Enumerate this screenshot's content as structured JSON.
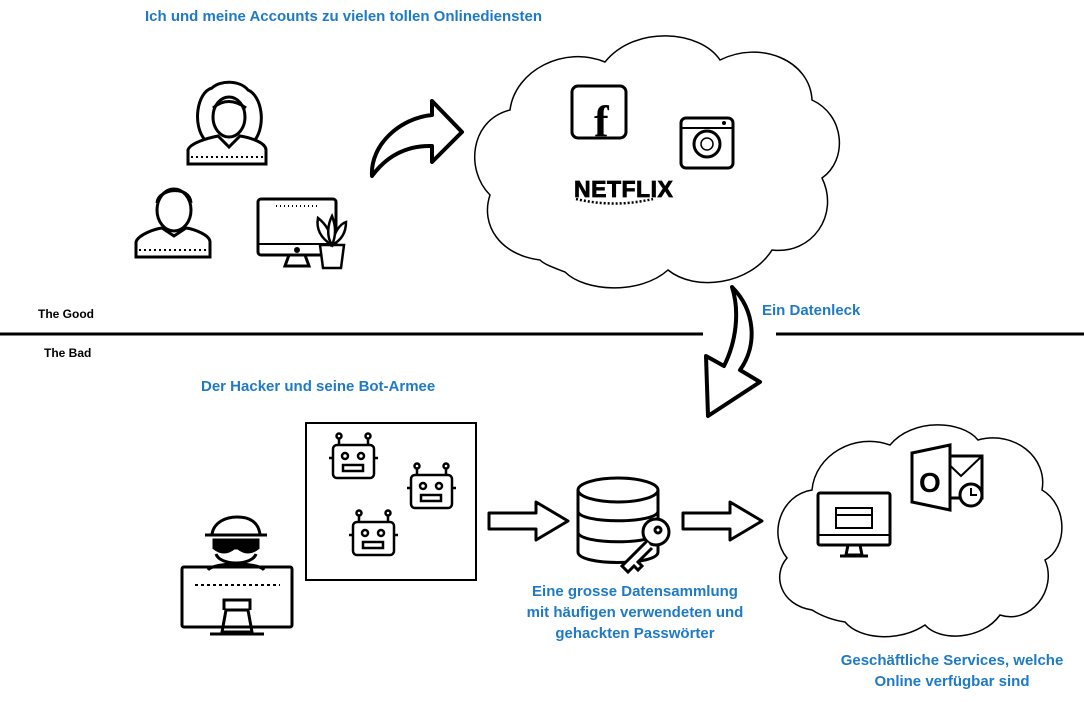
{
  "top_caption": "Ich und meine Accounts zu vielen tollen Onlinediensten",
  "section_good": "The Good",
  "section_bad": "The Bad",
  "leak_label": "Ein Datenleck",
  "hacker_caption": "Der Hacker und seine Bot-Armee",
  "database_caption": [
    "Eine grosse Datensammlung",
    "mit häufigen verwendeten und",
    "gehackten Passwörter"
  ],
  "services_caption": [
    "Geschäftliche Services, welche",
    "Online verfügbar sind"
  ],
  "logo_netflix": "NETFLIX",
  "logo_facebook": "f",
  "logo_outlook": "O",
  "colors": {
    "caption": "#1f7ac6",
    "ink": "#000000",
    "background": "#ffffff"
  }
}
